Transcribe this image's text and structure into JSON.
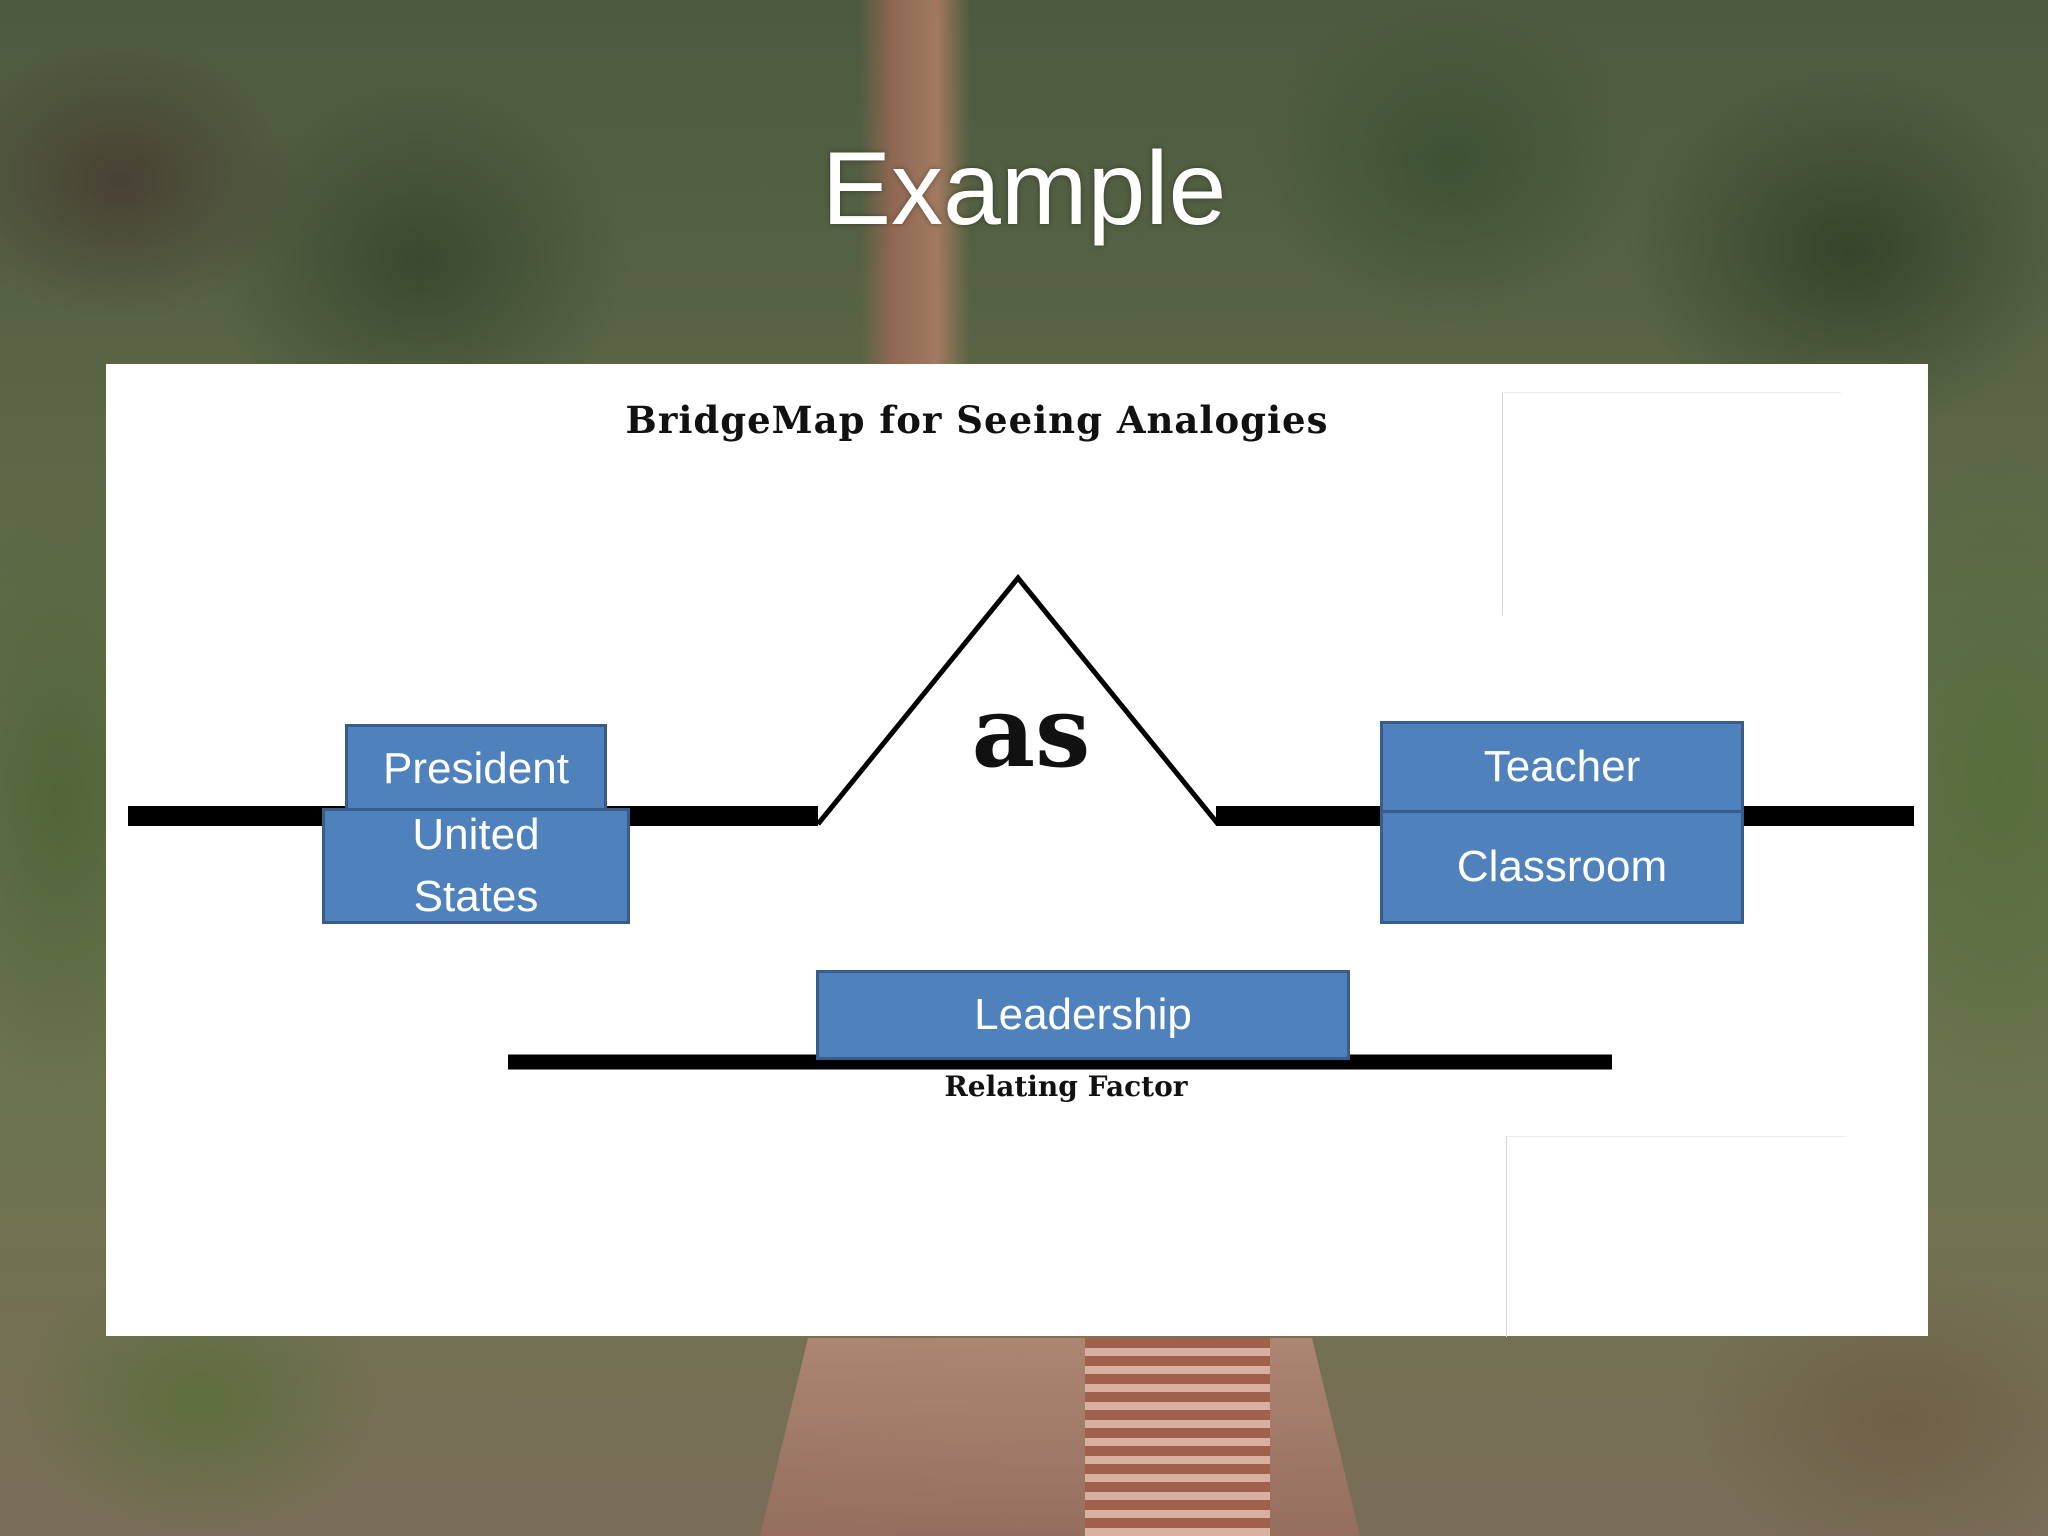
{
  "slide": {
    "title": "Example"
  },
  "bridge_map": {
    "heading": "BridgeMap for Seeing Analogies",
    "connector": "as",
    "relating_factor_label": "Relating Factor",
    "relating_factor_value": "Leadership",
    "left_pair": {
      "top": "President",
      "bottom": "United States"
    },
    "right_pair": {
      "top": "Teacher",
      "bottom": "Classroom"
    }
  },
  "colors": {
    "box_fill": "#4f81bd",
    "box_border": "#385d8a",
    "line": "#000000"
  }
}
